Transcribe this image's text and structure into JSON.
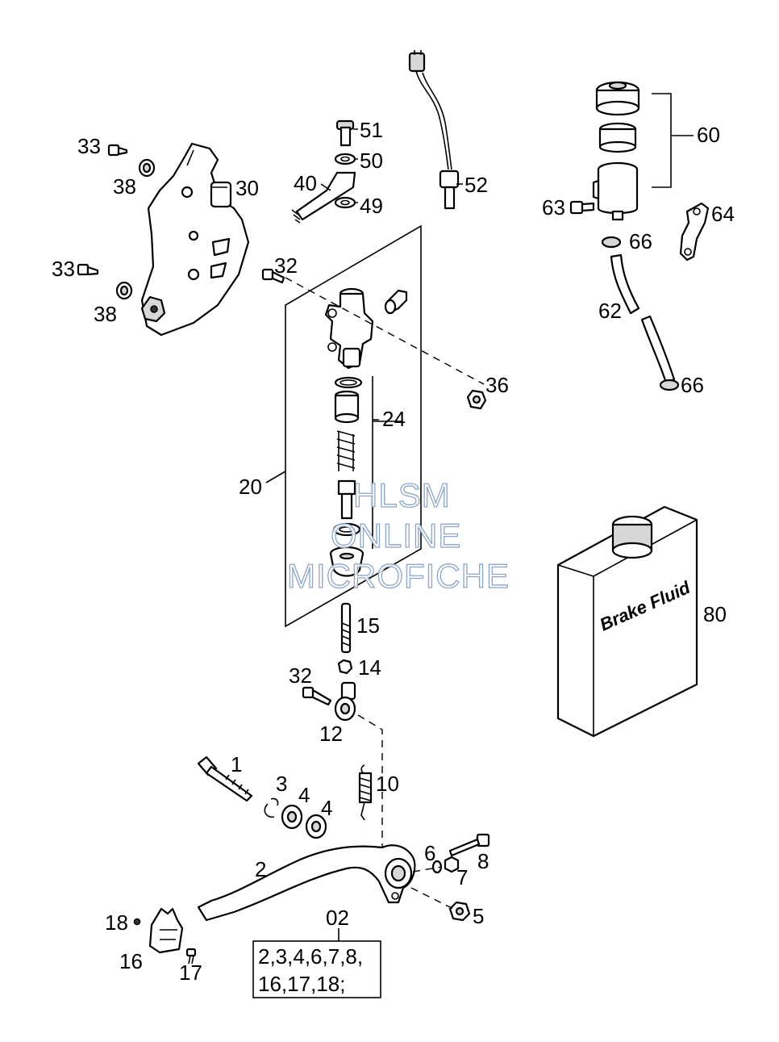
{
  "callouts": {
    "c1": "1",
    "c2": "2",
    "c3": "3",
    "c4a": "4",
    "c4b": "4",
    "c5": "5",
    "c6": "6",
    "c7": "7",
    "c8": "8",
    "c10": "10",
    "c12": "12",
    "c14": "14",
    "c15": "15",
    "c16": "16",
    "c17": "17",
    "c18": "18",
    "c20": "20",
    "c24": "24",
    "c30": "30",
    "c32a": "32",
    "c32b": "32",
    "c33a": "33",
    "c33b": "33",
    "c36": "36",
    "c38a": "38",
    "c38b": "38",
    "c40": "40",
    "c49": "49",
    "c50": "50",
    "c51": "51",
    "c52": "52",
    "c60": "60",
    "c62": "62",
    "c63": "63",
    "c64": "64",
    "c66a": "66",
    "c66b": "66",
    "c80": "80",
    "c02": "02"
  },
  "kit_box": {
    "line1": "2,3,4,6,7,8,",
    "line2": "16,17,18;"
  },
  "container_label": "Brake Fluid",
  "watermark": {
    "line1": "HLSM",
    "line2": "ONLINE",
    "line3": "MICROFICHE"
  }
}
